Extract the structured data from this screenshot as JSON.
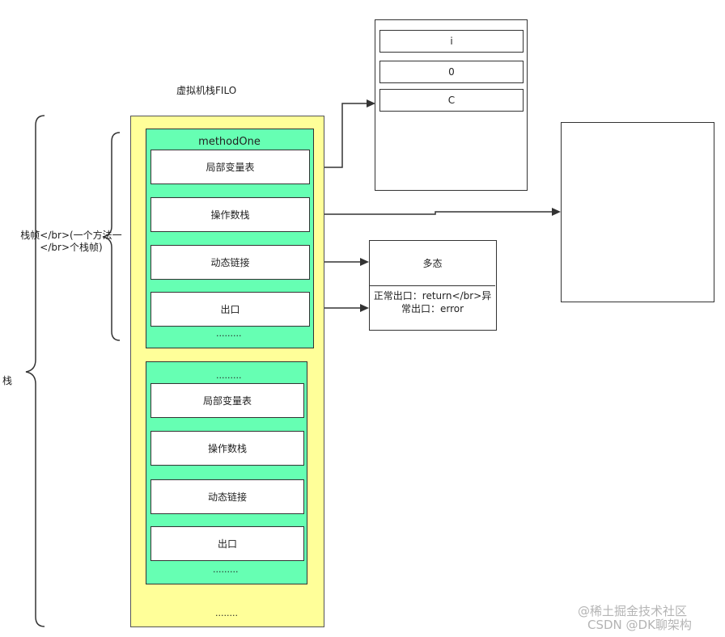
{
  "title": "虚拟机栈FILO",
  "labels": {
    "frame_side": "栈帧</br>(一个方法一</br>个栈帧)",
    "stack_side": "栈"
  },
  "frame1": {
    "name": "methodOne",
    "items": [
      "局部变量表",
      "操作数栈",
      "动态链接",
      "出口"
    ],
    "dots": "........."
  },
  "frame2": {
    "top_dots": ".........",
    "items": [
      "局部变量表",
      "操作数栈",
      "动态链接",
      "出口"
    ],
    "dots": "........."
  },
  "bottom_dots": "........",
  "local_vars": [
    "i",
    "0",
    "C"
  ],
  "dynamic_link_box": {
    "top": "多态",
    "bottom": "正常出口：return</br>异常出口：error"
  },
  "watermark": {
    "line1": "@稀土掘金技术社区",
    "line2": "CSDN @DK聊架构"
  }
}
